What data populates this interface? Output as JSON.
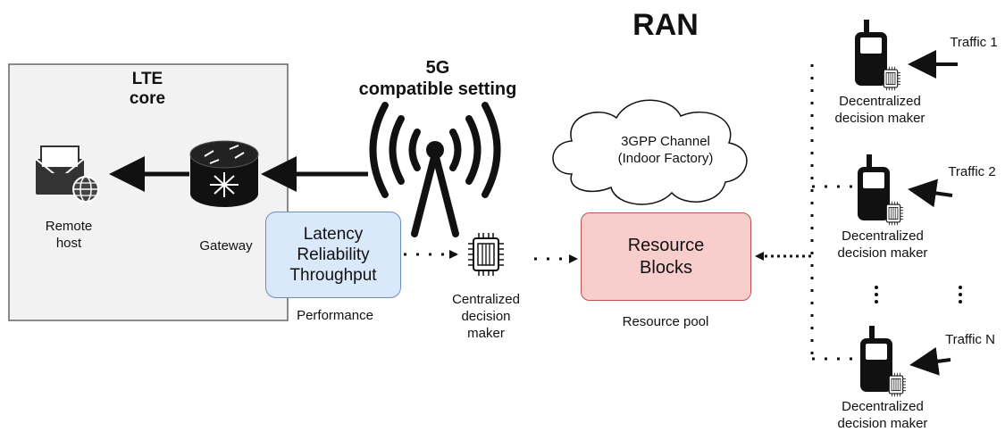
{
  "diagram": {
    "ran_title": "RAN",
    "core": {
      "title_line1": "LTE",
      "title_line2": "core",
      "remote_host_line1": "Remote",
      "remote_host_line2": "host",
      "gateway_label": "Gateway"
    },
    "tower": {
      "title_line1": "5G",
      "title_line2": "compatible setting"
    },
    "performance": {
      "line1": "Latency",
      "line2": "Reliability",
      "line3": "Throughput",
      "caption": "Performance"
    },
    "centralized": {
      "line1": "Centralized",
      "line2": "decision",
      "line3": "maker"
    },
    "channel": {
      "line1": "3GPP Channel",
      "line2": "(Indoor Factory)"
    },
    "resource": {
      "line1": "Resource",
      "line2": "Blocks",
      "caption": "Resource pool"
    },
    "ues": [
      {
        "traffic": "Traffic 1",
        "line1": "Decentralized",
        "line2": "decision maker"
      },
      {
        "traffic": "Traffic 2",
        "line1": "Decentralized",
        "line2": "decision maker"
      },
      {
        "traffic": "Traffic N",
        "line1": "Decentralized",
        "line2": "decision maker"
      }
    ],
    "colors": {
      "core_fill": "#f2f2f2",
      "core_stroke": "#666666",
      "performance_fill": "#dae8fc",
      "performance_stroke": "#6c8ebf",
      "resource_fill": "#f8cecc",
      "resource_stroke": "#b85450"
    }
  }
}
